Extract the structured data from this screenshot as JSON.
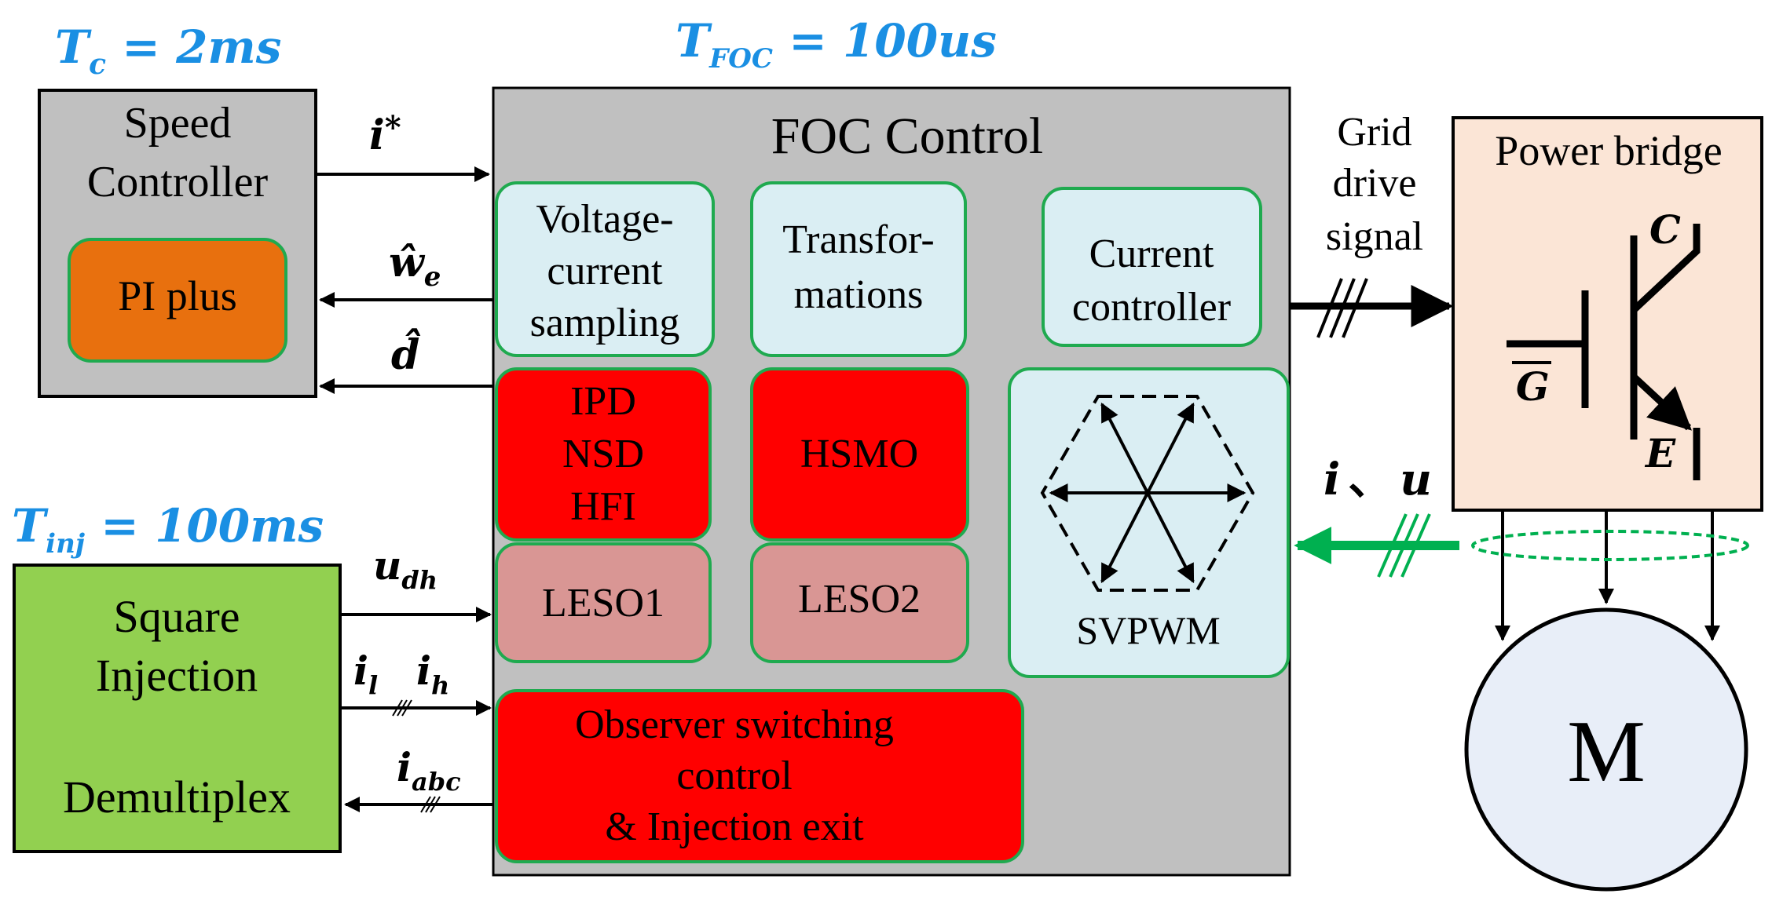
{
  "timing": {
    "tc": {
      "sym": "T",
      "sub": "c",
      "eq": " = 2ms"
    },
    "tfoc": {
      "sym": "T",
      "sub": "FOC",
      "eq": " = 100us"
    },
    "tinj": {
      "sym": "T",
      "sub": "inj",
      "eq": " = 100ms"
    }
  },
  "speed_controller": {
    "title_line1": "Speed",
    "title_line2": "Controller",
    "pi_label": "PI plus"
  },
  "foc": {
    "title": "FOC Control",
    "vc_sampling": [
      "Voltage-",
      "current",
      "sampling"
    ],
    "transformations": [
      "Transfor-",
      "mations"
    ],
    "current_controller": [
      "Current",
      "controller"
    ],
    "ipd": [
      "IPD",
      "NSD",
      "HFI"
    ],
    "hsmo": "HSMO",
    "leso1": "LESO1",
    "leso2": "LESO2",
    "svpwm": "SVPWM",
    "observer": [
      "Observer switching",
      "control",
      "& Injection exit"
    ]
  },
  "square": {
    "line1": "Square",
    "line2": "Injection",
    "line3": "Demultiplex"
  },
  "signals": {
    "i_star": {
      "base": "i",
      "sup": "*"
    },
    "w_e": {
      "base": "ŵ",
      "sub": "e"
    },
    "d_hat": {
      "base": "d̂"
    },
    "u_dh": {
      "base": "u",
      "sub": "dh"
    },
    "il": {
      "base": "i",
      "sub": "l"
    },
    "ih": {
      "base": "i",
      "sub": "h"
    },
    "iabc": {
      "base": "i",
      "sub": "abc"
    },
    "grid": [
      "Grid",
      "drive",
      "signal"
    ],
    "iu": {
      "i": "i",
      "sep": "、",
      "u": "u"
    }
  },
  "power_bridge": {
    "title": "Power bridge",
    "c": "C",
    "g": "G",
    "e": "E"
  },
  "motor": {
    "label": "M"
  },
  "colors": {
    "timing": "#1a8fe3",
    "gray_block": "#c0c0c0",
    "orange": "#e8700e",
    "light_blue": "#daeef3",
    "red": "#ff0000",
    "pink": "#d99694",
    "green_block": "#92d050",
    "peach": "#fbe5d6",
    "motor": "#e8eef8",
    "green_border": "#1faa4f",
    "green_arrow": "#00b050"
  }
}
